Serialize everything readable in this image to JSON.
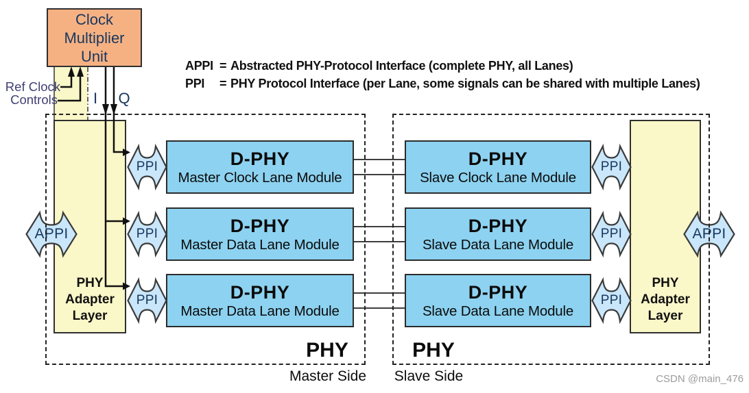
{
  "colors": {
    "cmu_fill": "#F6B183",
    "adapter_fill": "#FAF7C8",
    "module_fill": "#8DD2F0",
    "arrow_fill": "#C9E6FA",
    "label_navy": "#17375E",
    "signal_label_color": "#3F3F74",
    "line_color": "#111111",
    "watermark_gray": "#9C9C9C"
  },
  "cmu": {
    "label": "Clock\nMultiplier\nUnit"
  },
  "signals": {
    "ref_clock": "Ref Clock",
    "controls": "Controls",
    "i_label": "I",
    "q_label": "Q"
  },
  "legend": {
    "rows": [
      {
        "term": "APPI",
        "eq": "=",
        "definition": "Abstracted PHY-Protocol Interface (complete PHY, all Lanes)"
      },
      {
        "term": "PPI",
        "eq": "=",
        "definition": "PHY Protocol Interface (per Lane, some signals can be shared with multiple Lanes)"
      }
    ]
  },
  "labels": {
    "appi": "APPI",
    "ppi": "PPI"
  },
  "master": {
    "adapter_label": "PHY\nAdapter\nLayer",
    "phy_label": "PHY",
    "side_label": "Master Side",
    "modules": [
      {
        "title": "D-PHY",
        "subtitle": "Master Clock Lane Module"
      },
      {
        "title": "D-PHY",
        "subtitle": "Master Data Lane Module"
      },
      {
        "title": "D-PHY",
        "subtitle": "Master Data Lane Module"
      }
    ]
  },
  "slave": {
    "adapter_label": "PHY\nAdapter\nLayer",
    "phy_label": "PHY",
    "side_label": "Slave Side",
    "modules": [
      {
        "title": "D-PHY",
        "subtitle": "Slave Clock Lane Module"
      },
      {
        "title": "D-PHY",
        "subtitle": "Slave Data Lane Module"
      },
      {
        "title": "D-PHY",
        "subtitle": "Slave Data Lane Module"
      }
    ]
  },
  "watermark": "CSDN @main_476"
}
